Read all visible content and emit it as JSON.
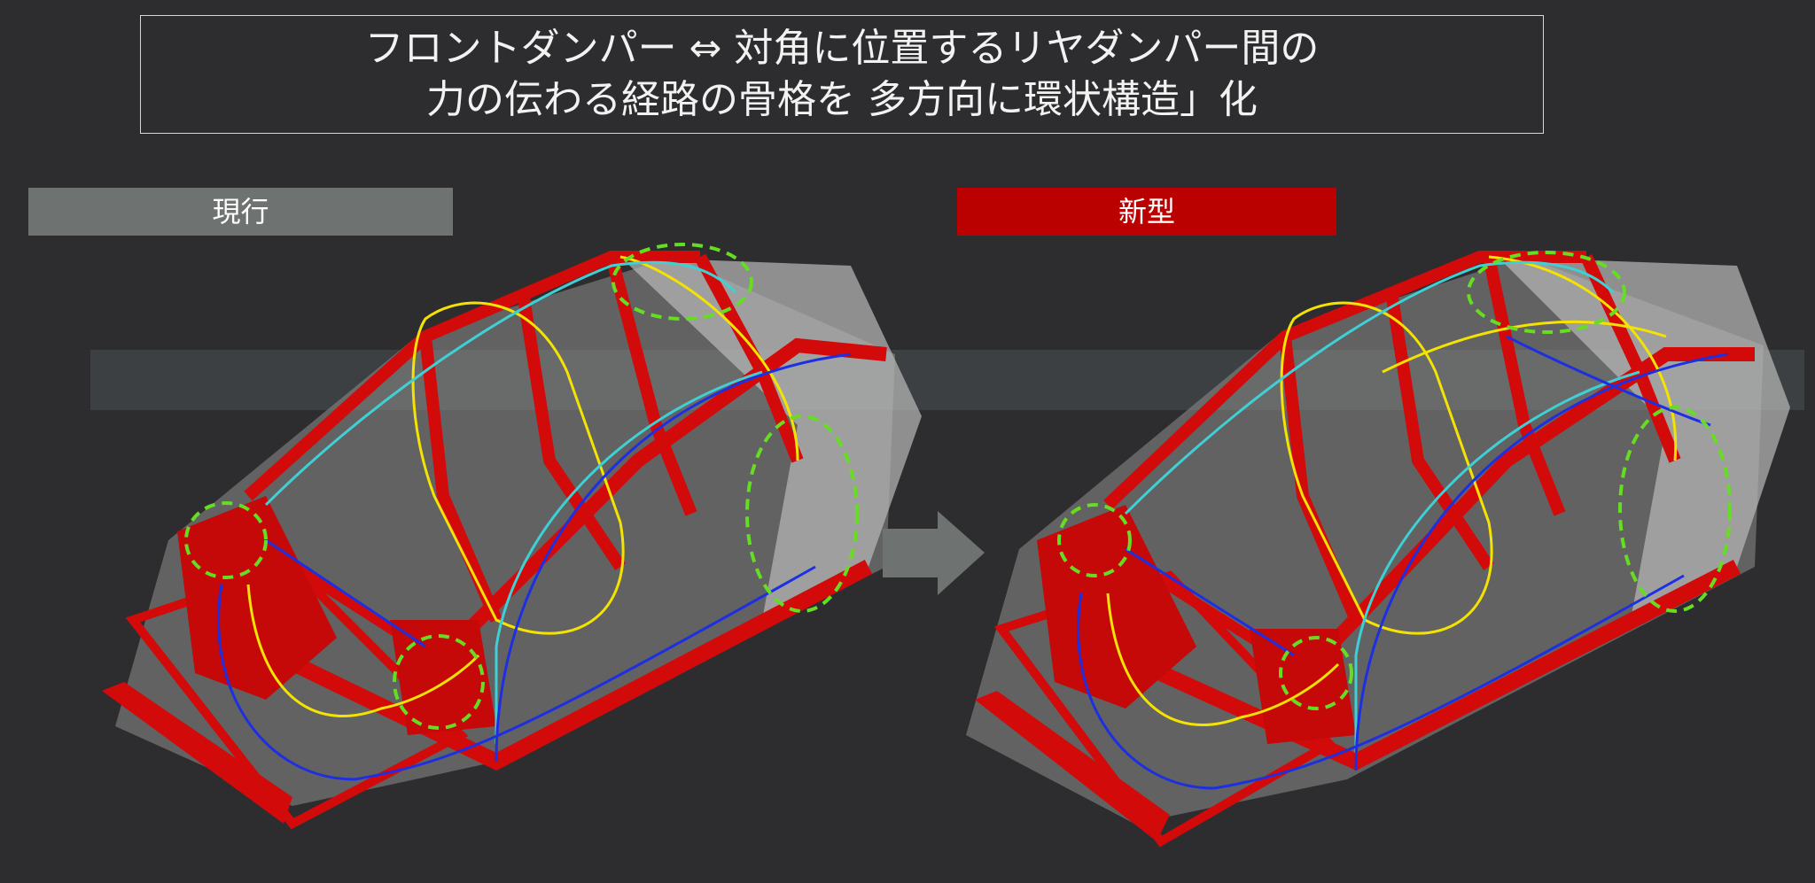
{
  "title": {
    "line1": "フロントダンパー ⇔ 対角に位置するリヤダンパー間の",
    "line2": "力の伝わる経路の骨格を 多方向に環状構造」化"
  },
  "labels": {
    "current": "現行",
    "new": "新型"
  },
  "colors": {
    "background": "#2d2d2f",
    "body_frame": "#d20a0a",
    "body_panel": "#a9a9a9",
    "path_yellow": "#f4e200",
    "path_cyan": "#3fd0d6",
    "path_blue": "#1d2fe0",
    "path_green_dashed": "#66dd22",
    "label_current_bg": "#6e7270",
    "label_new_bg": "#bb0000"
  },
  "icons": {
    "transition_arrow": "right-arrow-icon"
  }
}
